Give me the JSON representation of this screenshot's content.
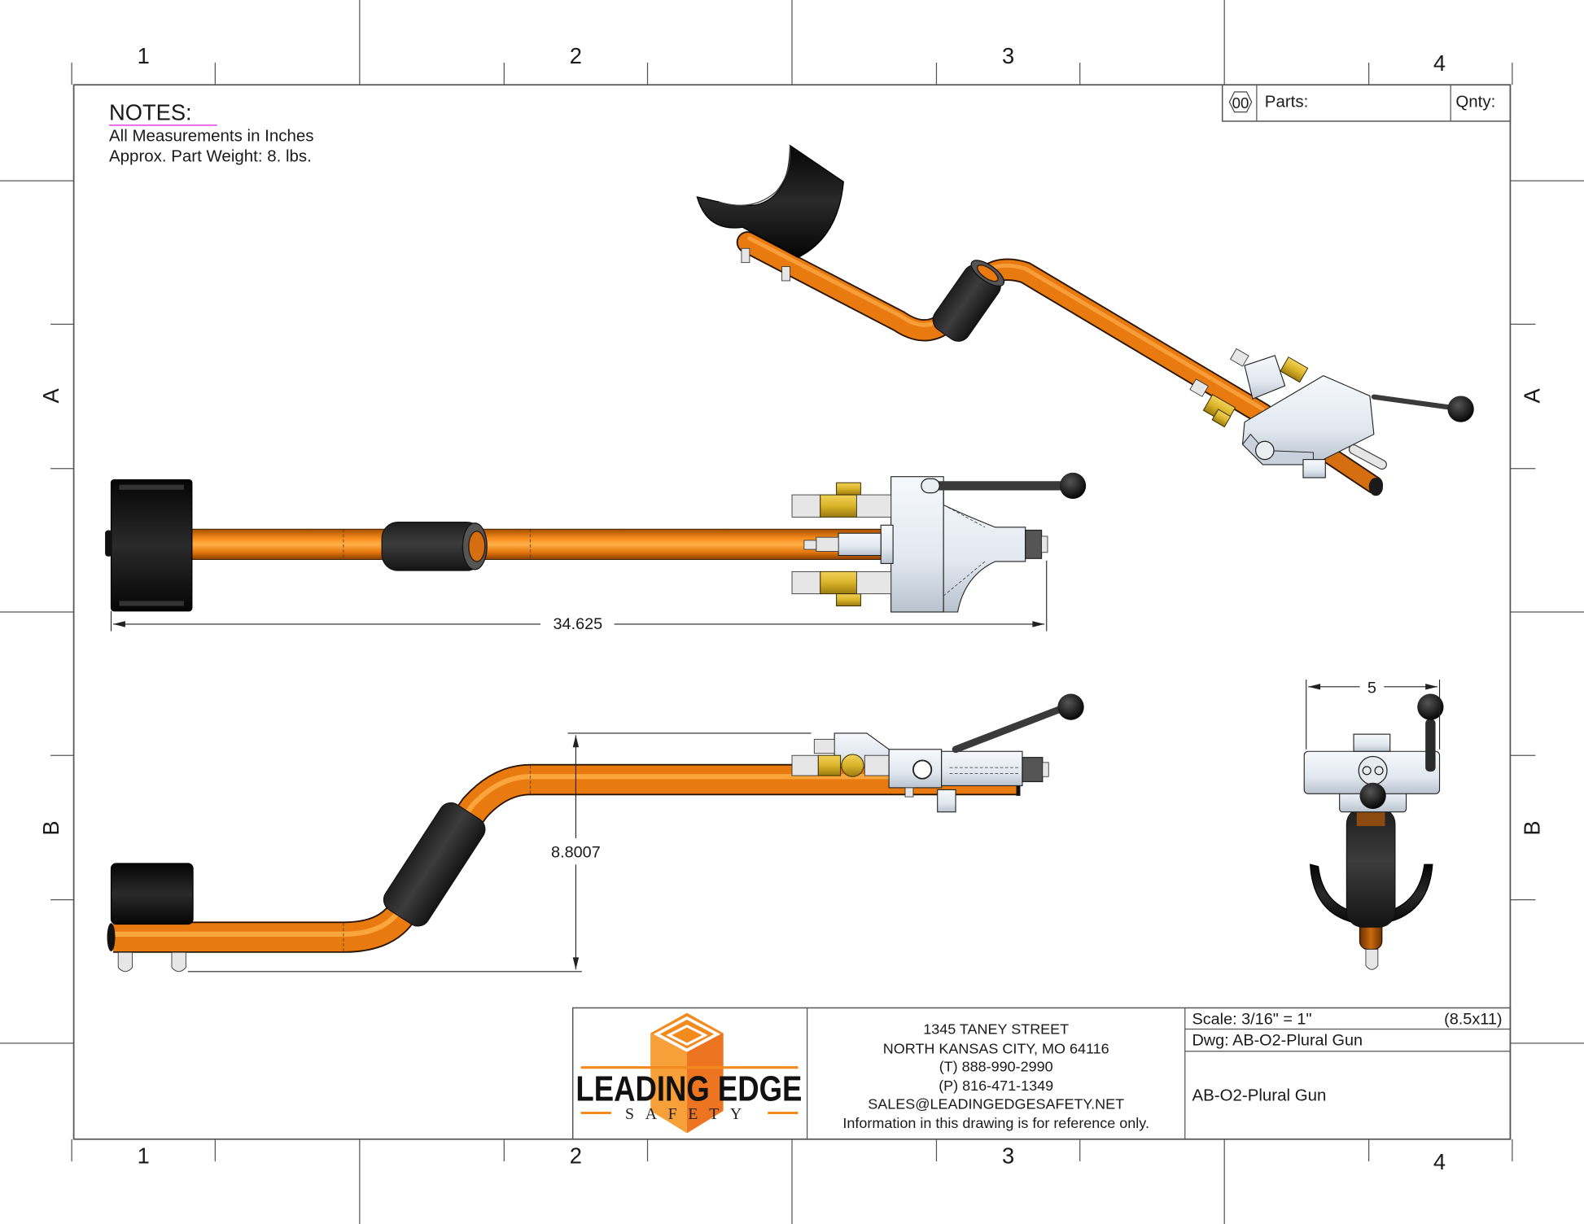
{
  "sheet": {
    "zones_columns": [
      "1",
      "2",
      "3",
      "4"
    ],
    "zones_rows": [
      "A",
      "B"
    ]
  },
  "notes": {
    "title": "NOTES:",
    "lines": [
      "All Measurements in Inches",
      "Approx. Part Weight: 8. lbs."
    ]
  },
  "parts_table": {
    "balloon": "00",
    "parts_label": "Parts:",
    "qty_label": "Qnty:"
  },
  "dimensions": {
    "overall_length": "34.625",
    "overall_height": "8.8007",
    "width": "5"
  },
  "views": {
    "isometric": "isometric-view",
    "top": "top-view",
    "side": "side-view",
    "end": "end-view"
  },
  "colors": {
    "pipe_orange": "#e87a10",
    "rubber_black": "#2a2a2a",
    "aluminum": "#dfe6ee",
    "brass": "#d9b328",
    "logo_orange": "#f28a1e",
    "notes_underline": "#e040e0"
  },
  "title_block": {
    "logo": {
      "line1": "LEADING EDGE",
      "line2": "SAFETY"
    },
    "address": [
      "1345 TANEY STREET",
      "NORTH KANSAS CITY, MO 64116",
      "(T) 888-990-2990",
      "(P) 816-471-1349",
      "SALES@LEADINGEDGESAFETY.NET",
      "Information in this drawing is for reference only."
    ],
    "scale": "Scale: 3/16\" = 1\"",
    "sheet_size": "(8.5x11)",
    "dwg": "Dwg: AB-O2-Plural Gun",
    "title": "AB-O2-Plural Gun"
  }
}
